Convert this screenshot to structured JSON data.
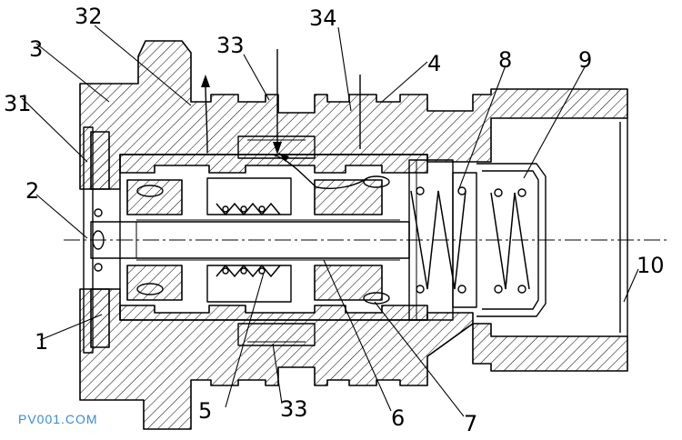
{
  "labels": {
    "l1": "1",
    "l2": "2",
    "l3": "3",
    "l31": "31",
    "l32": "32",
    "l33a": "33",
    "l33b": "33",
    "l34": "34",
    "l4": "4",
    "l5": "5",
    "l6": "6",
    "l7": "7",
    "l8": "8",
    "l9": "9",
    "l10": "10"
  },
  "watermark": "PV001.COM",
  "colors": {
    "line": "#000000",
    "watermark": "#3a8ad6",
    "background": "#ffffff"
  }
}
